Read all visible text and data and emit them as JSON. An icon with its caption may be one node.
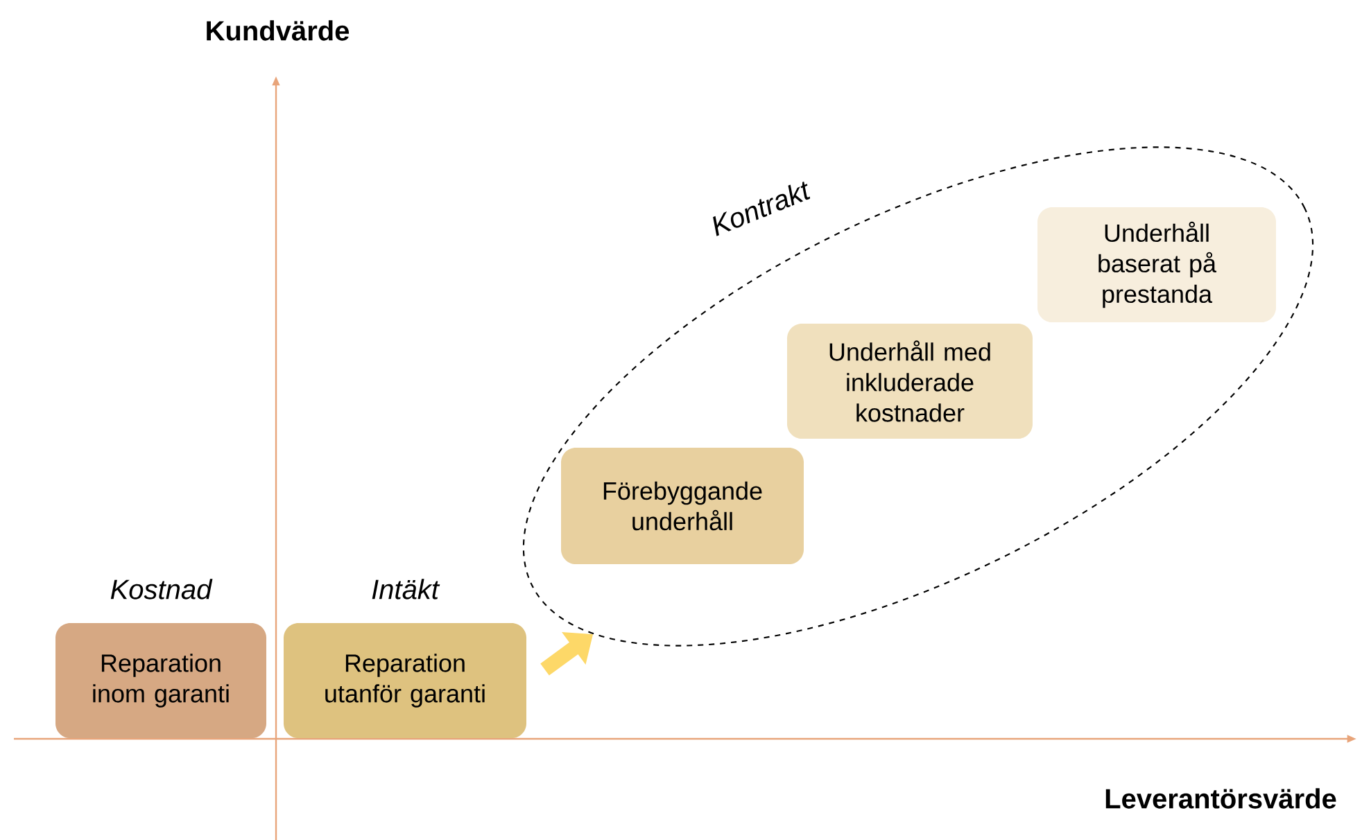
{
  "diagram": {
    "nodes": [
      {
        "text": [
          "Reparation inom garanti"
        ],
        "beside": [
          "Kostnad"
        ]
      },
      {
        "text": [
          "Reparation utanför garanti"
        ],
        "beside": [
          "Intäkt"
        ]
      },
      {
        "text": [
          "Kontrakt"
        ]
      },
      {
        "text": [
          "Förebyggande underhåll"
        ],
        "in": 2
      },
      {
        "text": [
          "Underhåll med inkluderade kostnader"
        ],
        "in": 2
      },
      {
        "text": [
          "Underhåll baserat på prestanda"
        ],
        "in": 2
      }
    ],
    "edges": [
      {
        "from": 1,
        "to": 2,
        "arrow": "to",
        "color": "#fdd868"
      }
    ],
    "labels": [
      "Kundvärde",
      "Leverantörsvärde"
    ]
  }
}
